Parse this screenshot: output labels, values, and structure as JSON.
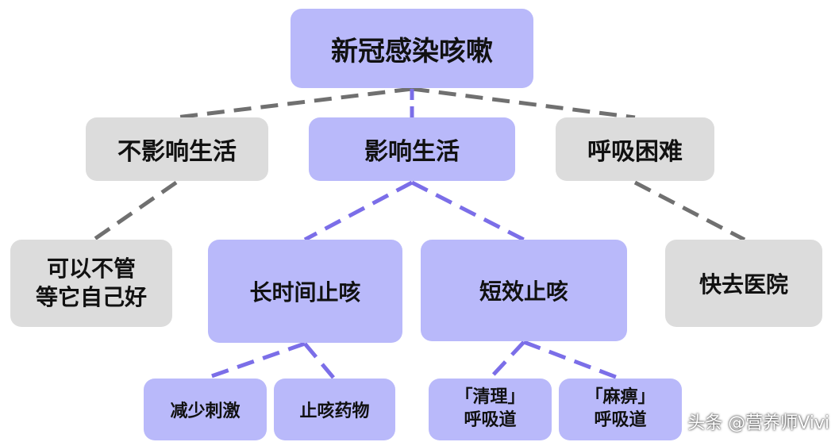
{
  "colors": {
    "purple": "#b9b9fa",
    "gray": "#dcdcdc",
    "purple_line": "#7b6ee8",
    "gray_line": "#707070"
  },
  "nodes": {
    "root": "新冠感染咳嗽",
    "not_affect_life": "不影响生活",
    "affect_life": "影响生活",
    "breathing_difficulty": "呼吸困难",
    "ignore": {
      "line1": "可以不管",
      "line2": "等它自己好"
    },
    "long_term_suppress": "长时间止咳",
    "short_term_suppress": "短效止咳",
    "go_hospital": "快去医院",
    "reduce_irritation": "减少刺激",
    "cough_medicine": "止咳药物",
    "clean_airway": {
      "line1": "「清理」",
      "line2": "呼吸道"
    },
    "numb_airway": {
      "line1": "「麻痹」",
      "line2": "呼吸道"
    }
  },
  "watermark": "头条 @营养师Vivi"
}
